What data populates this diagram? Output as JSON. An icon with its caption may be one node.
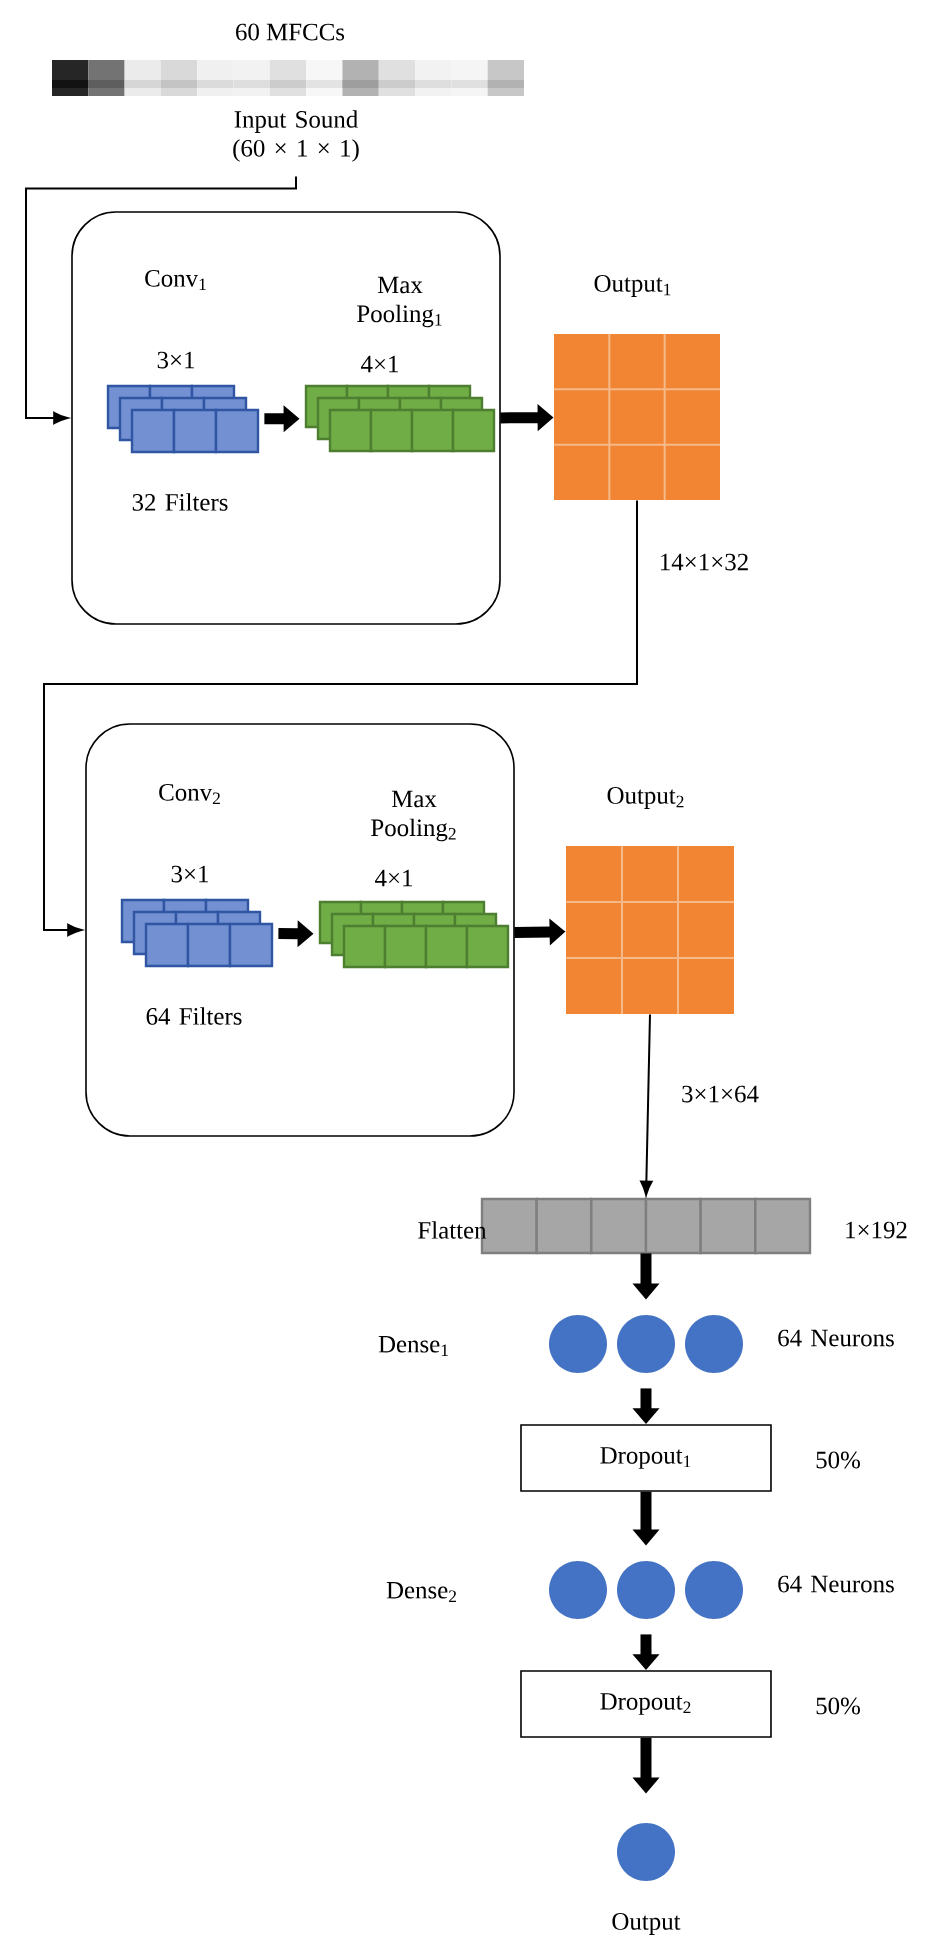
{
  "diagram": {
    "nodes": [
      {
        "text": [
          "60 MFCCs",
          "Input Sound (60 × 1 × 1)"
        ]
      },
      {
        "text": [],
        "shape": "box"
      },
      {
        "text": [
          "Conv$_{1}$",
          "3×1",
          "32 Filters"
        ],
        "in": 1
      },
      {
        "text": [
          "Max Pooling$_{1}$",
          "4×1"
        ],
        "in": 1
      },
      {
        "text": [
          "Output$_{1}$"
        ]
      },
      {
        "text": [],
        "shape": "box"
      },
      {
        "text": [
          "Conv$_{2}$",
          "3×1",
          "64 Filters"
        ],
        "in": 5
      },
      {
        "text": [
          "Max Pooling$_{2}$",
          "4×1"
        ],
        "in": 5
      },
      {
        "text": [
          "Output$_{2}$"
        ]
      },
      {
        "text": [
          "Flatten"
        ],
        "beside": [
          "1×192"
        ]
      },
      {
        "text": [
          "Dense$_{1}$"
        ],
        "beside": [
          "64 Neurons"
        ]
      },
      {
        "text": [
          "Dropout$_{1}$"
        ],
        "beside": [
          "50%"
        ]
      },
      {
        "text": [
          "Dense$_{2}$"
        ],
        "beside": [
          "64 Neurons"
        ]
      },
      {
        "text": [
          "Dropout$_{2}$"
        ],
        "beside": [
          "50%"
        ]
      },
      {
        "text": [
          "Output"
        ]
      }
    ],
    "edges": [
      {
        "from": 0,
        "to": 1,
        "arrow": "to"
      },
      {
        "from": 2,
        "to": 3,
        "arrow": "to"
      },
      {
        "from": 3,
        "to": 4,
        "arrow": "to"
      },
      {
        "from": 4,
        "to": 5,
        "arrow": "to",
        "label": "14×1×32"
      },
      {
        "from": 6,
        "to": 7,
        "arrow": "to"
      },
      {
        "from": 7,
        "to": 8,
        "arrow": "to"
      },
      {
        "from": 8,
        "to": 9,
        "arrow": "to",
        "label": "3×1×64"
      },
      {
        "from": 9,
        "to": 10,
        "arrow": "to"
      },
      {
        "from": 10,
        "to": 11,
        "arrow": "to"
      },
      {
        "from": 11,
        "to": 12,
        "arrow": "to"
      },
      {
        "from": 12,
        "to": 13,
        "arrow": "to"
      },
      {
        "from": 13,
        "to": 14,
        "arrow": "to"
      }
    ]
  }
}
